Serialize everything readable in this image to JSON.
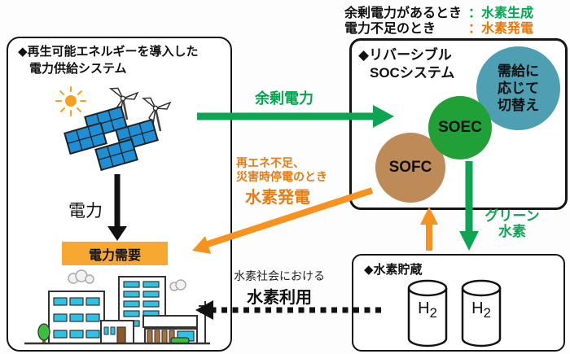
{
  "legend": {
    "rows": [
      {
        "label": "余剰電力があるとき",
        "value": "：水素生成"
      },
      {
        "label": "電力不足のとき",
        "value": "：水素発電"
      }
    ]
  },
  "supply_box": {
    "title_line1": "◆再生可能エネルギーを導入した",
    "title_line2": "電力供給システム",
    "power_label": "電力",
    "demand_label": "電力需要"
  },
  "soc_box": {
    "title_line1": "◆リバーシブル",
    "title_line2": "SOCシステム",
    "soec_label": "SOEC",
    "sofc_label": "SOFC",
    "switch_line1": "需給に",
    "switch_line2": "応じて",
    "switch_line3": "切替え"
  },
  "storage_box": {
    "title": "◆水素貯蔵",
    "tank_symbol": "H",
    "tank_subscript": "2"
  },
  "flows": {
    "surplus_power": "余剰電力",
    "shortage_line1": "再エネ不足、",
    "shortage_line2": "災害時停電のとき",
    "hydrogen_generation": "水素発電",
    "green_hydrogen_line1": "グリーン",
    "green_hydrogen_line2": "水素",
    "hydrogen_use_line1": "水素社会における",
    "hydrogen_use_line2": "水素利用"
  },
  "colors": {
    "green_arrow": "#0CA552",
    "green_text": "#00A94F",
    "orange_arrow": "#F6921E",
    "orange_text": "#E97C11",
    "switch_circle": "#4E9FB1",
    "soec_circle": "#21A038",
    "sofc_circle": "#BD8A58",
    "demand_bg": "#F6A832"
  }
}
